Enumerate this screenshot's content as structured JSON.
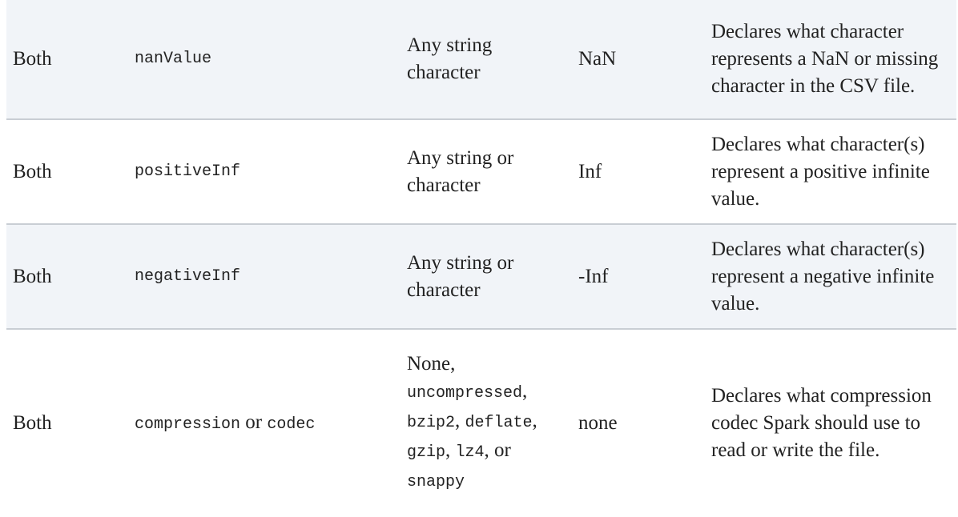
{
  "rows": [
    {
      "scope": "Both",
      "name": "nanValue",
      "values": "Any string character",
      "default": "NaN",
      "description": "Declares what character represents a NaN or missing character in the CSV file."
    },
    {
      "scope": "Both",
      "name": "positiveInf",
      "values": "Any string or character",
      "default": "Inf",
      "description": "Declares what character(s) represent a positive infinite value."
    },
    {
      "scope": "Both",
      "name": "negativeInf",
      "values": "Any string or character",
      "default": "-Inf",
      "description": "Declares what character(s) represent a negative infinite value."
    },
    {
      "scope": "Both",
      "name_part1": "compression",
      "name_or": "or",
      "name_part2": "codec",
      "values_none": "None,",
      "values_uncompressed": "uncompressed",
      "values_bzip2": "bzip2",
      "values_deflate": "deflate",
      "values_gzip": "gzip",
      "values_lz4": "lz4",
      "values_or": "or",
      "values_snappy": "snappy",
      "default": "none",
      "description": "Declares what compression codec Spark should use to read or write the file."
    }
  ]
}
